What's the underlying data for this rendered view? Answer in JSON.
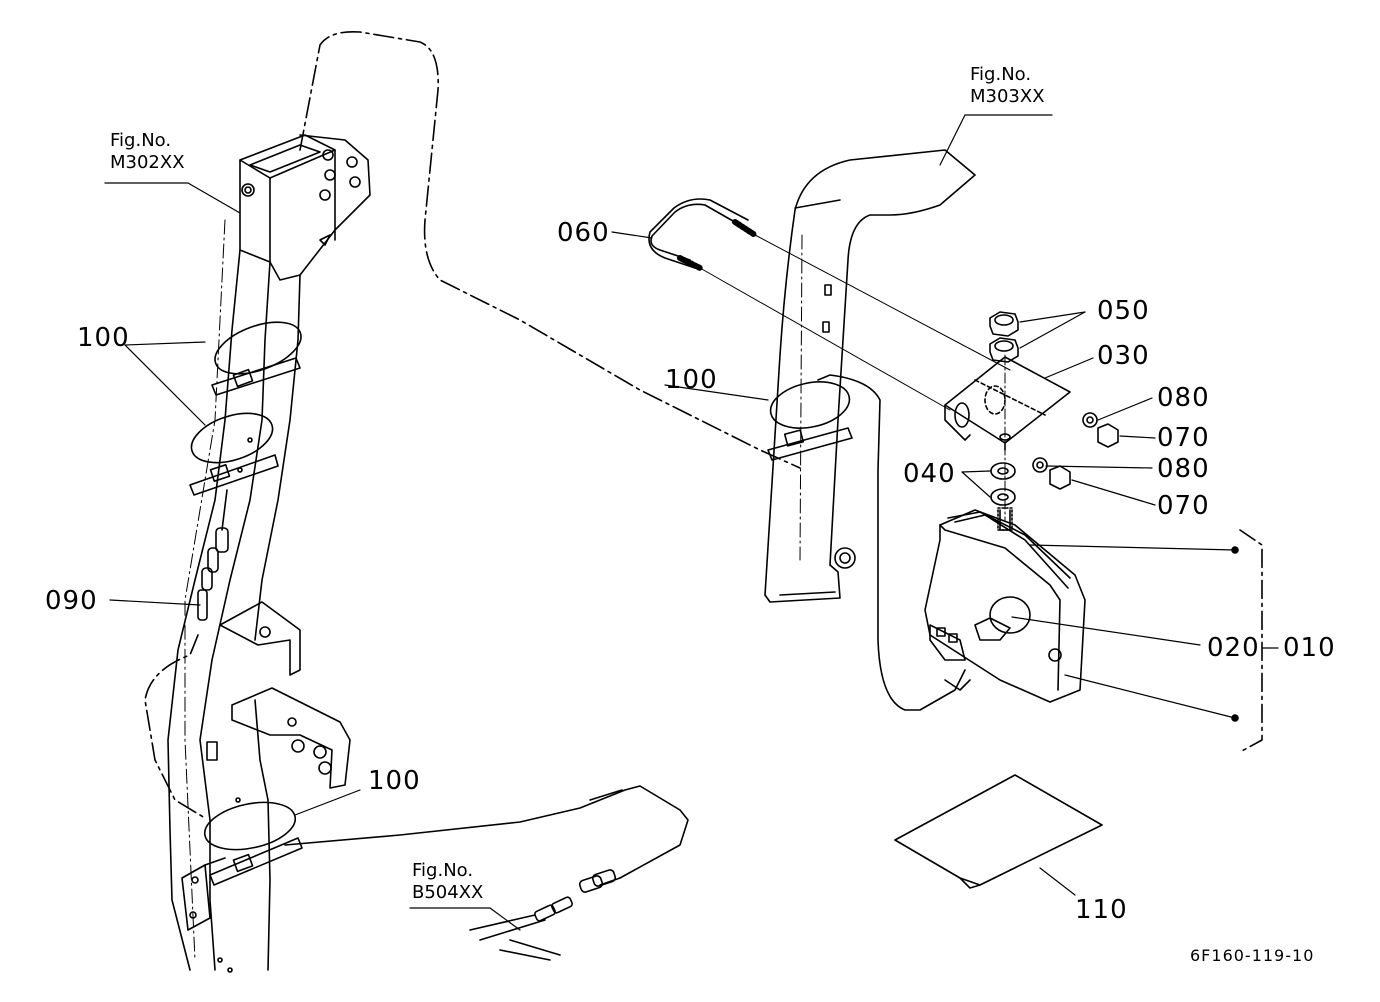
{
  "references": [
    {
      "line1": "Fig.No.",
      "line2": "M302XX"
    },
    {
      "line1": "Fig.No.",
      "line2": "M303XX"
    },
    {
      "line1": "Fig.No.",
      "line2": "B504XX"
    }
  ],
  "part_labels": {
    "p010": "010",
    "p020": "020",
    "p030": "030",
    "p040": "040",
    "p050": "050",
    "p060": "060",
    "p070a": "070",
    "p070b": "070",
    "p080a": "080",
    "p080b": "080",
    "p090": "090",
    "p100a": "100",
    "p100b": "100",
    "p100c": "100",
    "p110": "110"
  },
  "figure_code": "6F160-119-10"
}
